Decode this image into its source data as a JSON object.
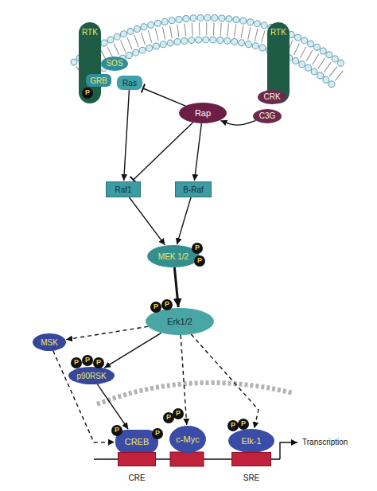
{
  "diagram": {
    "nodes": [
      {
        "text": [
          "RTK"
        ]
      },
      {
        "text": [
          "SOS"
        ]
      },
      {
        "text": [
          "GRB"
        ]
      },
      {
        "text": [
          "P"
        ]
      },
      {
        "text": [
          "Ras"
        ]
      },
      {
        "text": [
          "RTK"
        ]
      },
      {
        "text": [
          "CRK"
        ]
      },
      {
        "text": [
          "C3G"
        ]
      },
      {
        "text": [
          "Rap"
        ]
      },
      {
        "text": [
          "Raf1"
        ]
      },
      {
        "text": [
          "B-Raf"
        ]
      },
      {
        "text": [
          "MEK 1/2"
        ]
      },
      {
        "text": [
          "P"
        ]
      },
      {
        "text": [
          "P"
        ]
      },
      {
        "text": [
          "Erk1/2"
        ]
      },
      {
        "text": [
          "P"
        ]
      },
      {
        "text": [
          "P"
        ]
      },
      {
        "text": [
          "MSK"
        ]
      },
      {
        "text": [
          "p90RSK"
        ]
      },
      {
        "text": [
          "P"
        ]
      },
      {
        "text": [
          "P"
        ]
      },
      {
        "text": [
          "P"
        ]
      },
      {
        "text": [
          "CREB"
        ]
      },
      {
        "text": [
          "P"
        ]
      },
      {
        "text": [
          "P"
        ]
      },
      {
        "text": [
          "c-Myc"
        ]
      },
      {
        "text": [
          "P"
        ]
      },
      {
        "text": [
          "P"
        ]
      },
      {
        "text": [
          "Elk-1"
        ]
      },
      {
        "text": [
          "P"
        ]
      },
      {
        "text": [
          "P"
        ]
      },
      {
        "text": [
          "CRE"
        ]
      },
      {
        "text": [
          "SRE"
        ]
      }
    ],
    "edges": [
      {
        "from": 4,
        "to": 9,
        "arrow": "to"
      },
      {
        "from": 8,
        "to": 4,
        "arrow": "to"
      },
      {
        "from": 8,
        "to": 9,
        "arrow": "to"
      },
      {
        "from": 7,
        "to": 8,
        "arrow": "to"
      },
      {
        "from": 8,
        "to": 10,
        "arrow": "to"
      },
      {
        "from": 9,
        "to": 11,
        "arrow": "to"
      },
      {
        "from": 10,
        "to": 11,
        "arrow": "to"
      },
      {
        "from": 11,
        "to": 14,
        "arrow": "to"
      },
      {
        "from": 14,
        "to": 17,
        "arrow": "to"
      },
      {
        "from": 14,
        "to": 18,
        "arrow": "to"
      },
      {
        "from": 14,
        "to": 25,
        "arrow": "to"
      },
      {
        "from": 14,
        "to": 28,
        "arrow": "to"
      },
      {
        "from": 17,
        "to": 22,
        "arrow": "to"
      },
      {
        "from": 18,
        "to": 22,
        "arrow": "to"
      }
    ],
    "labels": [
      "Transcription"
    ]
  }
}
